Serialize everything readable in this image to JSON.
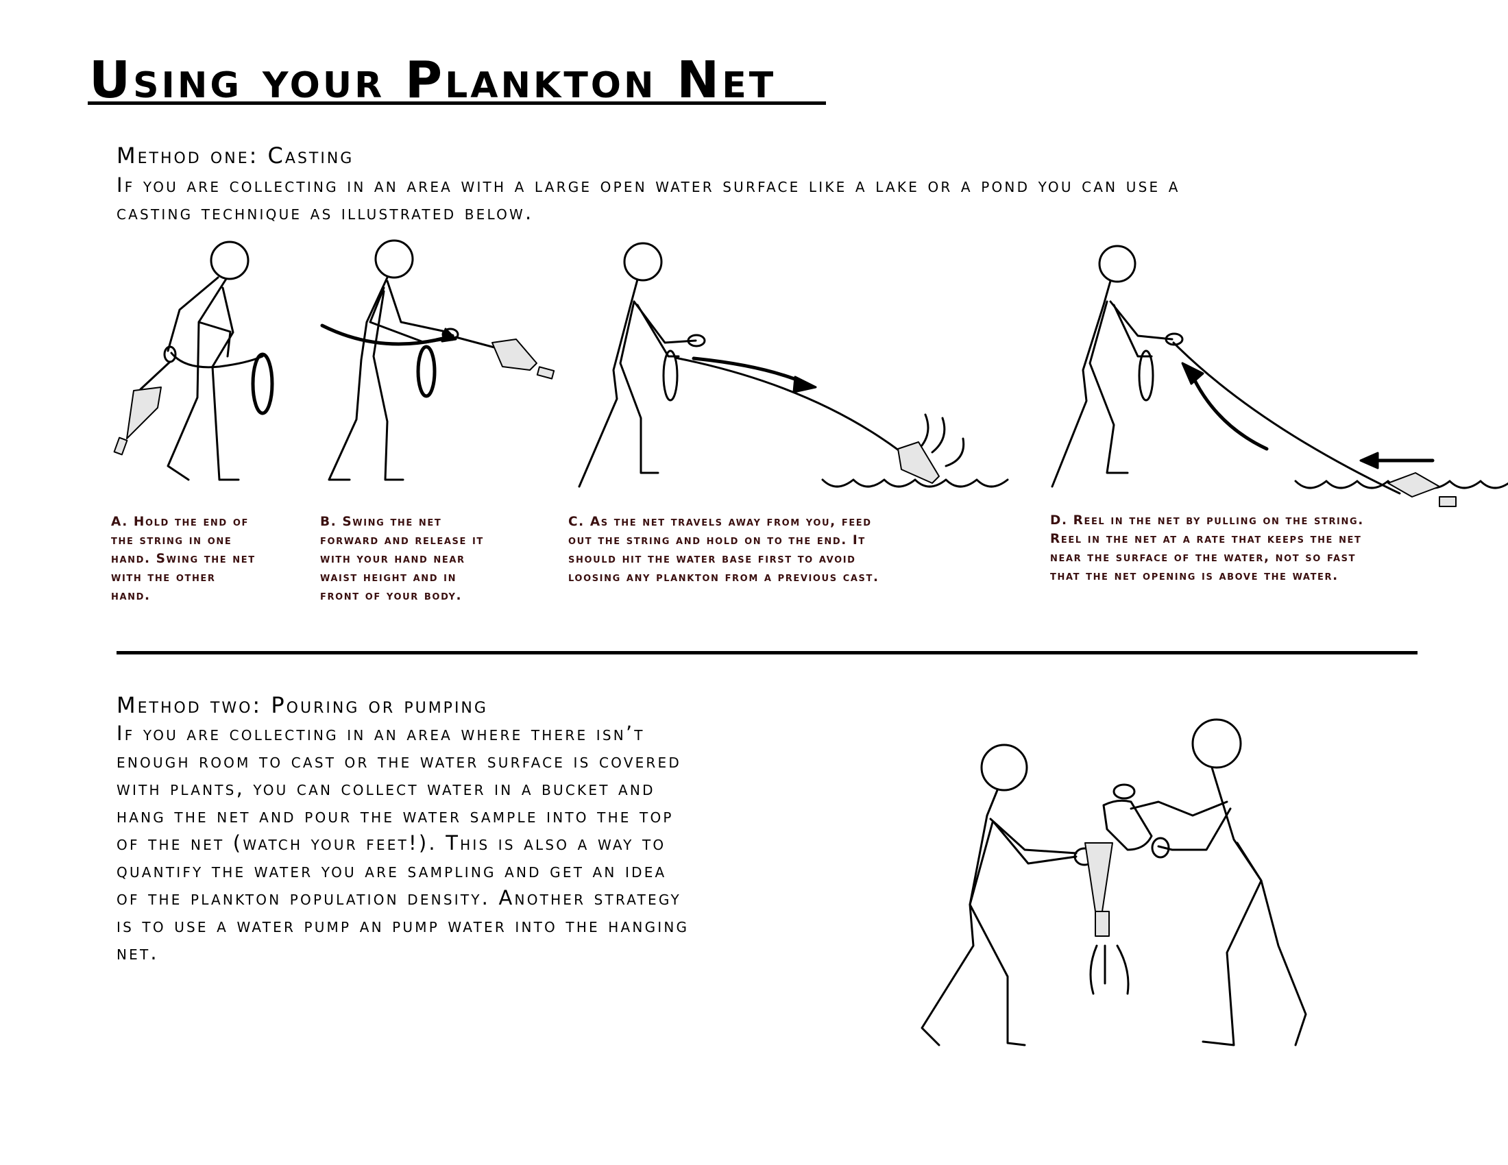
{
  "title": "Using your Plankton Net",
  "method_one": {
    "heading": "Method one: Casting",
    "intro_line1": "If you are collecting in an area with a large open water surface like a lake or a pond you can use a",
    "intro_line2": "casting technique as illustrated below.",
    "steps": [
      {
        "lines": [
          "A. Hold the end of",
          "the string in one",
          "hand. Swing the net",
          "with the other",
          "hand."
        ]
      },
      {
        "lines": [
          "B. Swing the net",
          "forward and release it",
          "with your hand near",
          "waist height and in",
          "front of your body."
        ]
      },
      {
        "lines": [
          "C. As the net travels away from you, feed",
          "out the string and hold on to the end. It",
          "should hit the water base first to avoid",
          "loosing any plankton from a previous cast."
        ]
      },
      {
        "lines": [
          "D. Reel in the net by pulling on the string.",
          "Reel in the net at a rate that keeps the net",
          "near the surface of the water, not so fast",
          "that the net opening is above the water."
        ]
      }
    ]
  },
  "method_two": {
    "heading": "Method two: Pouring or pumping",
    "lines": [
      "If you are collecting in an area where there isn’t",
      "enough room to cast or the water surface is covered",
      "with plants, you can collect water in a bucket and",
      "hang the net and pour the water sample into the top",
      "of the net (watch your feet!). This is also a way to",
      "quantify the water you are sampling and get an idea",
      "of the plankton population density. Another strategy",
      "is to use a water pump an pump water into the hanging",
      "net."
    ]
  },
  "colors": {
    "ink": "#000000",
    "caption_ink": "#3a0f0f",
    "net_fill": "#e6e6e6"
  }
}
